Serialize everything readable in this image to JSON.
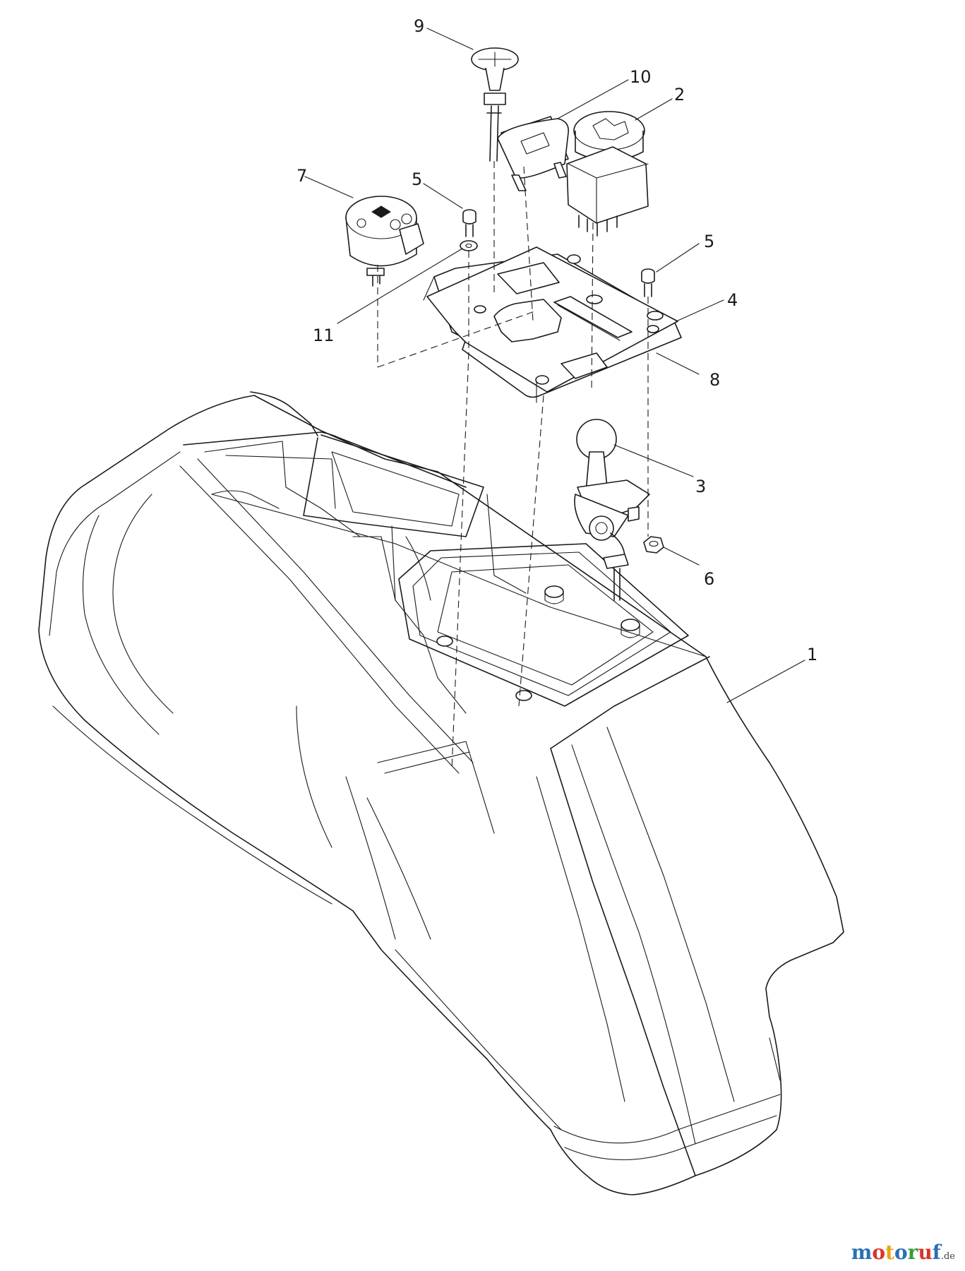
{
  "callouts": [
    {
      "number": "1"
    },
    {
      "number": "2"
    },
    {
      "number": "3"
    },
    {
      "number": "4"
    },
    {
      "number": "5"
    },
    {
      "number": "5"
    },
    {
      "number": "6"
    },
    {
      "number": "7"
    },
    {
      "number": "8"
    },
    {
      "number": "9"
    },
    {
      "number": "10"
    },
    {
      "number": "11"
    }
  ],
  "watermark": {
    "letters": [
      "m",
      "o",
      "t",
      "o",
      "r",
      "u",
      "f"
    ],
    "colors": [
      "#2a6fb5",
      "#d9342b",
      "#e8a317",
      "#2a6fb5",
      "#3a9a3a",
      "#d9342b",
      "#2a6fb5"
    ],
    "suffix": ".de"
  }
}
